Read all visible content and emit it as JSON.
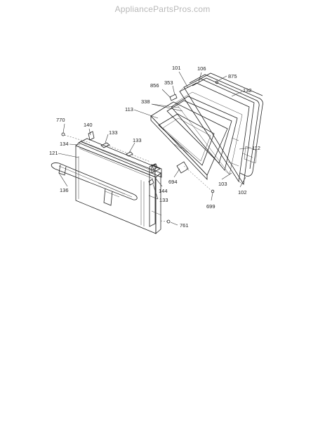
{
  "watermark": "AppliancePartsPros.com",
  "callouts": {
    "p101": "101",
    "p106": "106",
    "p875": "875",
    "p856": "856",
    "p353": "353",
    "p132": "132",
    "p338": "338",
    "p113": "113",
    "p770": "770",
    "p140": "140",
    "p133a": "133",
    "p134": "134",
    "p133b": "133",
    "p121": "121",
    "p112": "112",
    "p694": "694",
    "p103": "103",
    "p144": "144",
    "p102": "102",
    "p136": "136",
    "p133c": "133",
    "p699": "699",
    "p761": "761"
  }
}
